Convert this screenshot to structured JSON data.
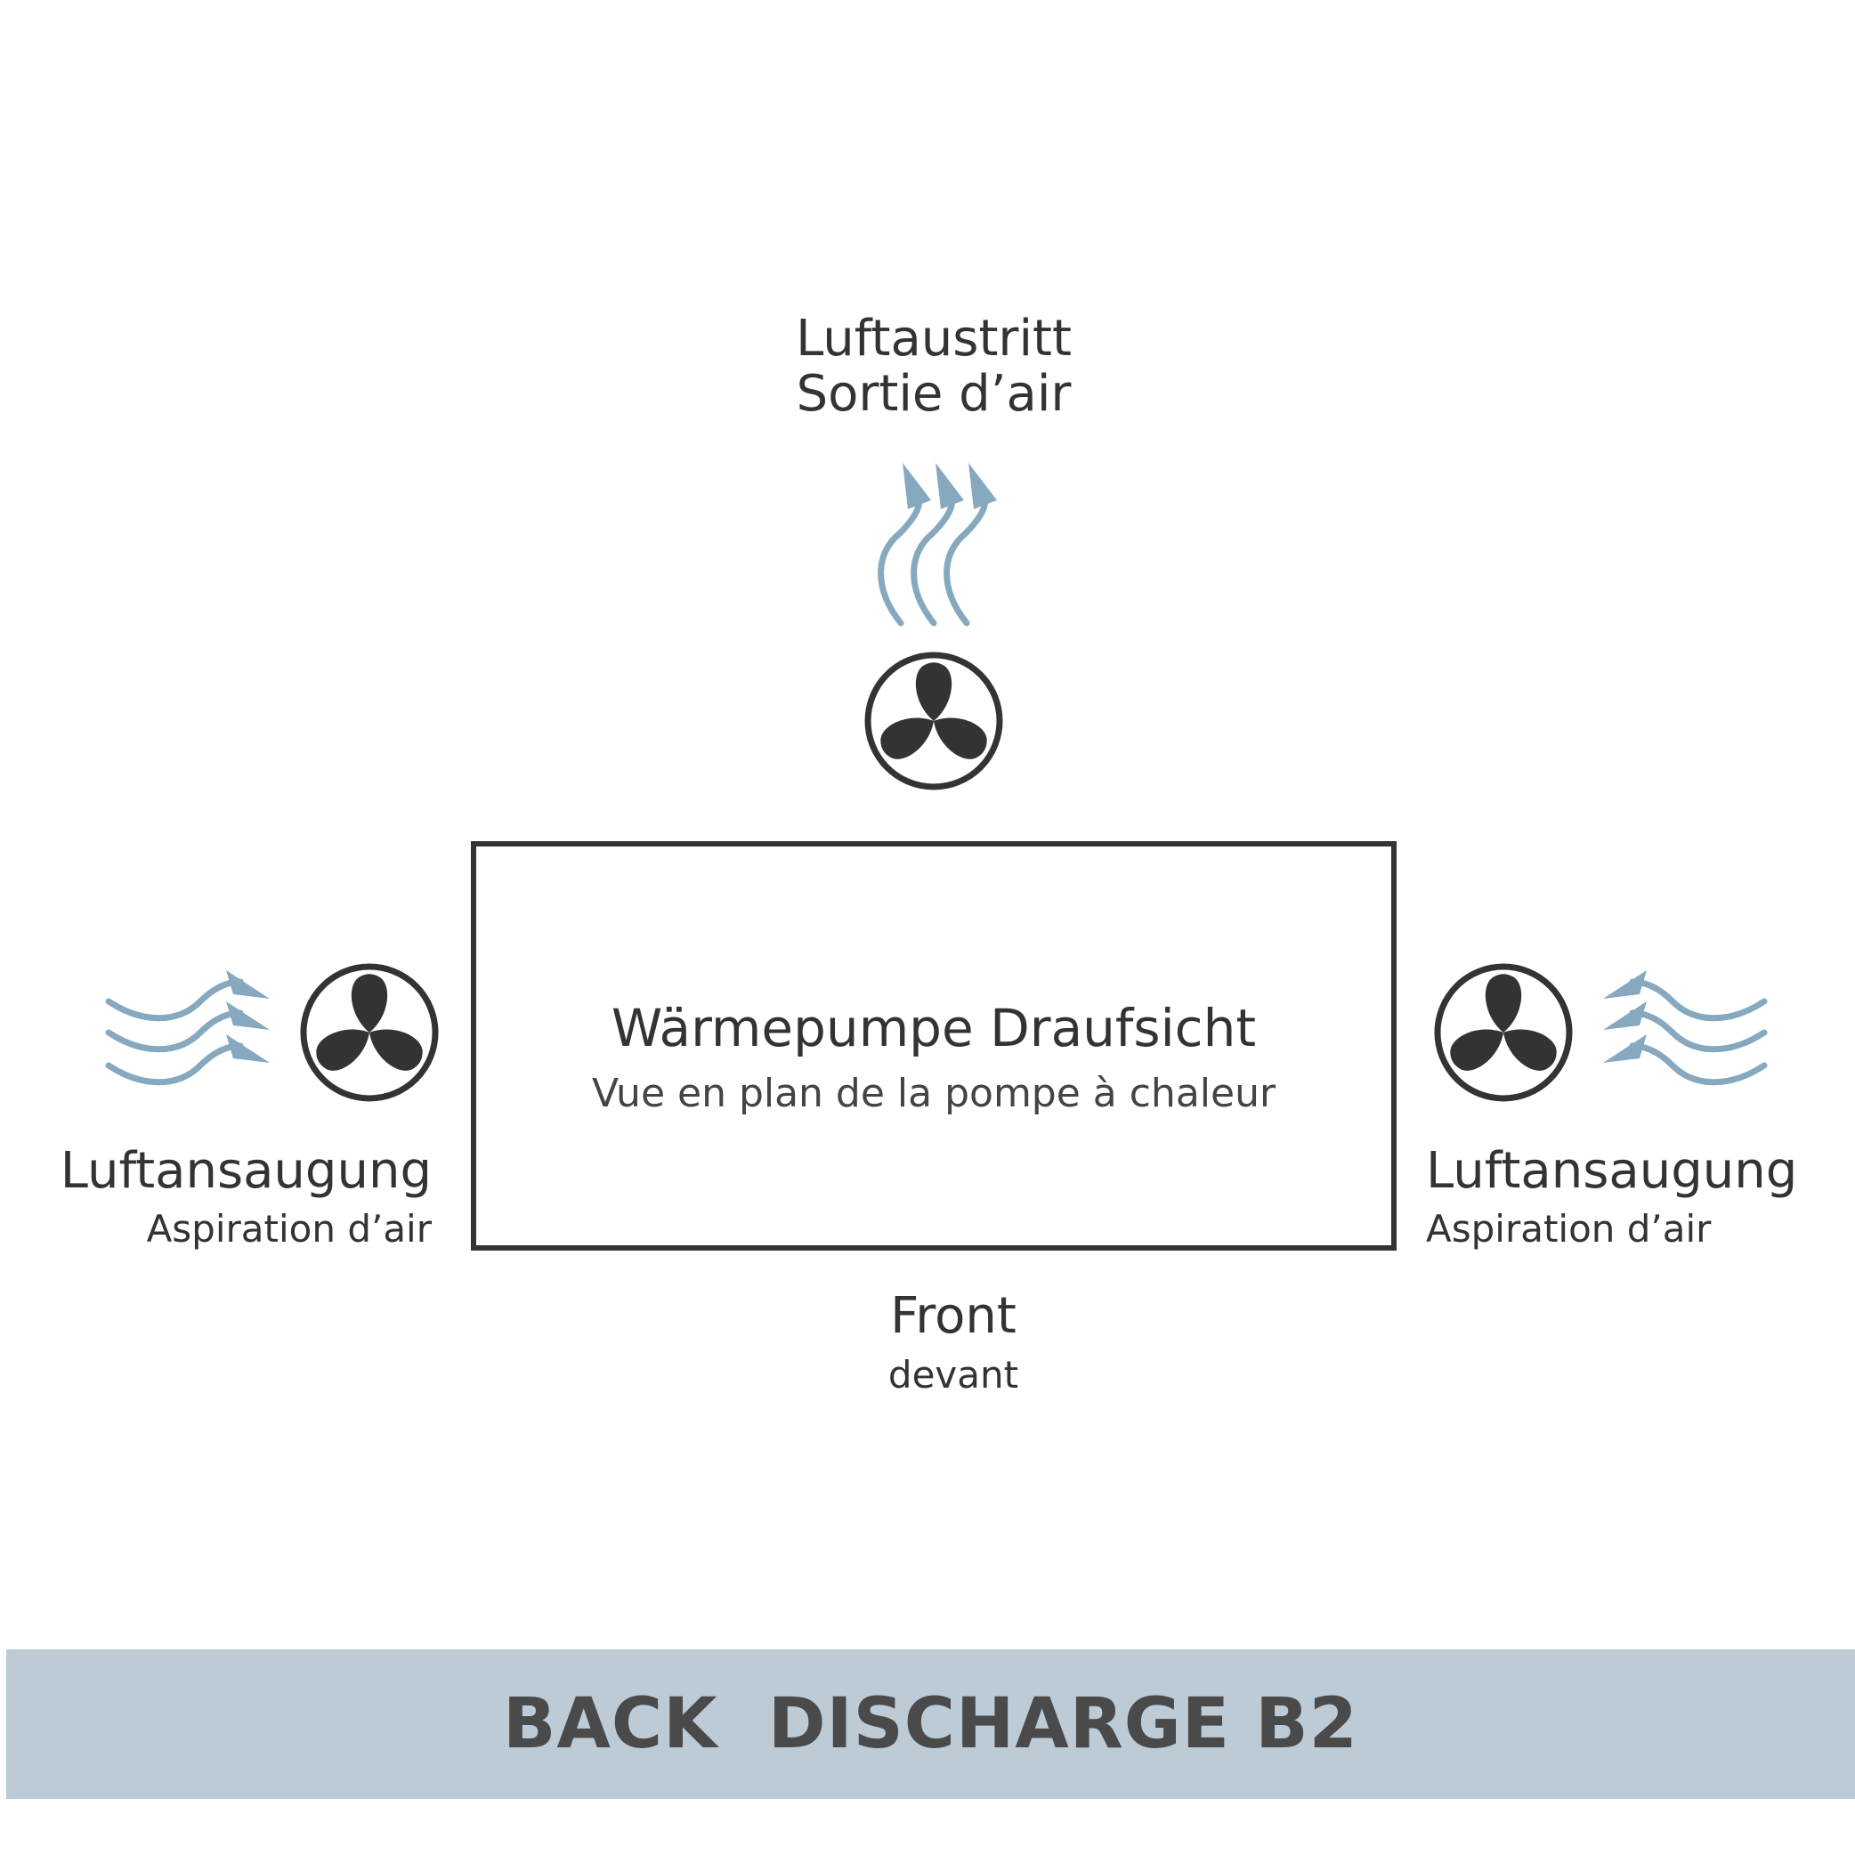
{
  "colors": {
    "airflow": "#86a9bf",
    "fan": "#333333",
    "outline": "#333333",
    "banner_bg": "#bccbd5",
    "banner_text": "#4a4a4a"
  },
  "outlet": {
    "label_de": "Luftaustritt",
    "label_fr": "Sortie d’air",
    "icon": "fan-icon"
  },
  "unit": {
    "title_de": "Wärmepumpe Draufsicht",
    "title_fr": "Vue en plan de la pompe à chaleur"
  },
  "intake_left": {
    "label_de": "Luftansaugung",
    "label_fr": "Aspiration d’air",
    "icon": "fan-icon"
  },
  "intake_right": {
    "label_de": "Luftansaugung",
    "label_fr": "Aspiration d’air",
    "icon": "fan-icon"
  },
  "front": {
    "label_de": "Front",
    "label_fr": "devant"
  },
  "banner": {
    "text": "BACK  DISCHARGE B2"
  }
}
